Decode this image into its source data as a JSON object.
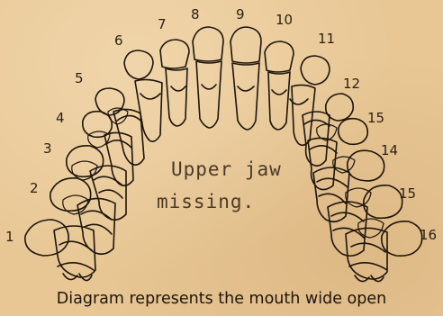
{
  "diagram": {
    "tooth_numbers_upper": [
      "1",
      "2",
      "3",
      "4",
      "5",
      "6",
      "7",
      "8",
      "9",
      "10",
      "11",
      "12",
      "15",
      "14",
      "15",
      "16"
    ],
    "note_line1": "Upper jaw",
    "note_line2": "missing.",
    "caption": "Diagram represents the mouth wide open",
    "colors": {
      "paper": "#e8c795",
      "ink": "#2b1f14",
      "typed": "#4a3a2a"
    }
  }
}
